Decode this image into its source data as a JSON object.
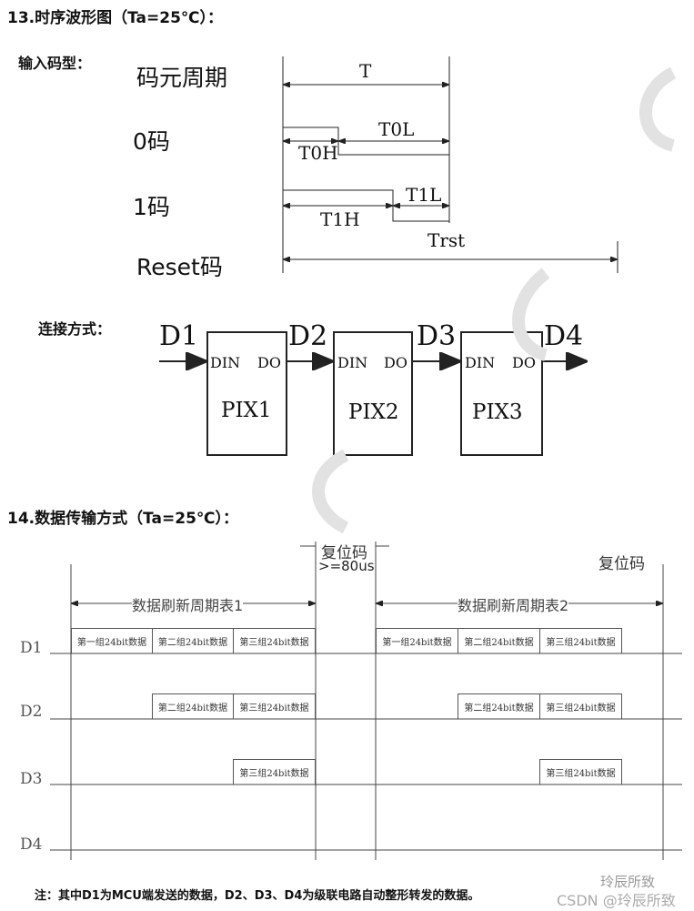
{
  "section13": {
    "title": "13.时序波形图（Ta=25℃）：",
    "input_label": "输入码型：",
    "codes": {
      "period": "码元周期",
      "zero": "0码",
      "one": "1码",
      "reset": "Reset码"
    },
    "timing": {
      "T": "T",
      "T0H": "T0H",
      "T0L": "T0L",
      "T1H": "T1H",
      "T1L": "T1L",
      "Trst": "Trst"
    },
    "connection_label": "连接方式：",
    "signals": [
      "D1",
      "D2",
      "D3",
      "D4"
    ],
    "pixels": [
      {
        "name": "PIX1",
        "din": "DIN",
        "do": "DO"
      },
      {
        "name": "PIX2",
        "din": "DIN",
        "do": "DO"
      },
      {
        "name": "PIX3",
        "din": "DIN",
        "do": "DO"
      }
    ]
  },
  "section14": {
    "title": "14.数据传输方式（Ta=25℃）：",
    "reset_label": "复位码",
    "reset_time": ">=80us",
    "reset_label2": "复位码",
    "period1": "数据刷新周期表1",
    "period2": "数据刷新周期表2",
    "rows": [
      "D1",
      "D2",
      "D3",
      "D4"
    ],
    "cells": {
      "g1": "第一组24bit数据",
      "g2": "第二组24bit数据",
      "g3": "第三组24bit数据"
    },
    "note": "注：其中D1为MCU端发送的数据，D2、D3、D4为级联电路自动整形转发的数据。"
  },
  "watermark": {
    "brand": "玲辰所致",
    "csdn": "CSDN @玲辰所致"
  }
}
